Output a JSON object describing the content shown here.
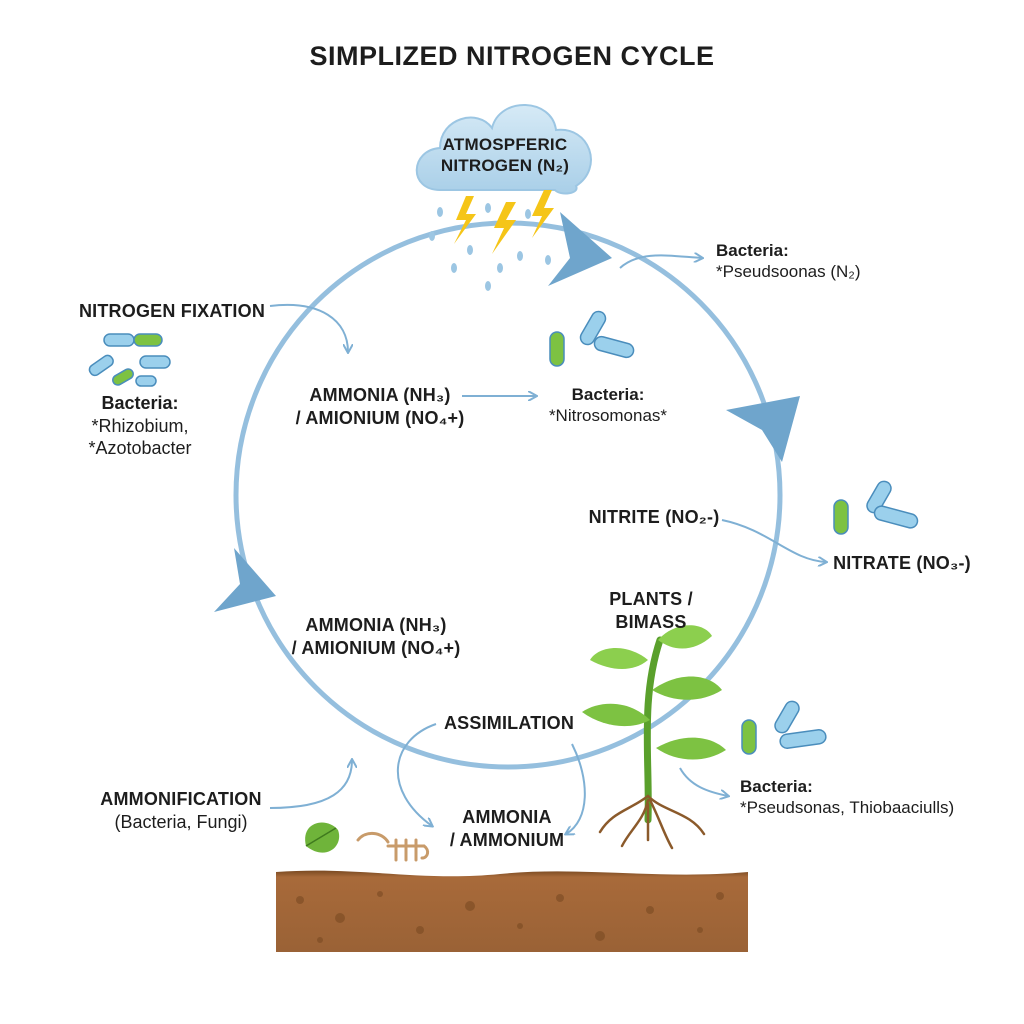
{
  "title": "SIMPLIZED NITROGEN CYCLE",
  "cloud": {
    "line1": "ATMOSPFERIC",
    "line2": "NITROGEN (N₂)"
  },
  "fixation": {
    "heading": "NITROGEN FIXATION",
    "bacteria_label": "Bacteria:",
    "bacteria_line1": "*Rhizobium,",
    "bacteria_line2": "*Azotobacter"
  },
  "ammonia_top": {
    "line1": "AMMONIA (NH₃)",
    "line2": "/ AMIONIUM (NO₄+)"
  },
  "nitrosomonas": {
    "label": "Bacteria:",
    "name": "*Nitrosomonas*"
  },
  "denitrify": {
    "label": "Bacteria:",
    "name": "*Pseudsoonas (N₂)"
  },
  "nitrite": "NITRITE (NO₂-)",
  "nitrate": "NITRATE (NO₃-)",
  "ammonia_left": {
    "line1": "AMMONIA (NH₃)",
    "line2": "/ AMIONIUM (NO₄+)"
  },
  "plants": {
    "line1": "PLANTS /",
    "line2": "BIMASS"
  },
  "assimilation": "ASSIMILATION",
  "ammonia_bottom": {
    "line1": "AMMONIA",
    "line2": "/ AMMONIUM"
  },
  "ammonification": {
    "heading": "AMMONIFICATION",
    "sub": "(Bacteria, Fungi)"
  },
  "bottom_bacteria": {
    "label": "Bacteria:",
    "name": "*Pseudsonas, Thiobaaciulls)"
  },
  "colors": {
    "cycle": "#7fb0d4",
    "arrow": "#6fa5cc",
    "soil": "#8a5a33",
    "leaf": "#7dc242",
    "lightning": "#f5c518"
  }
}
